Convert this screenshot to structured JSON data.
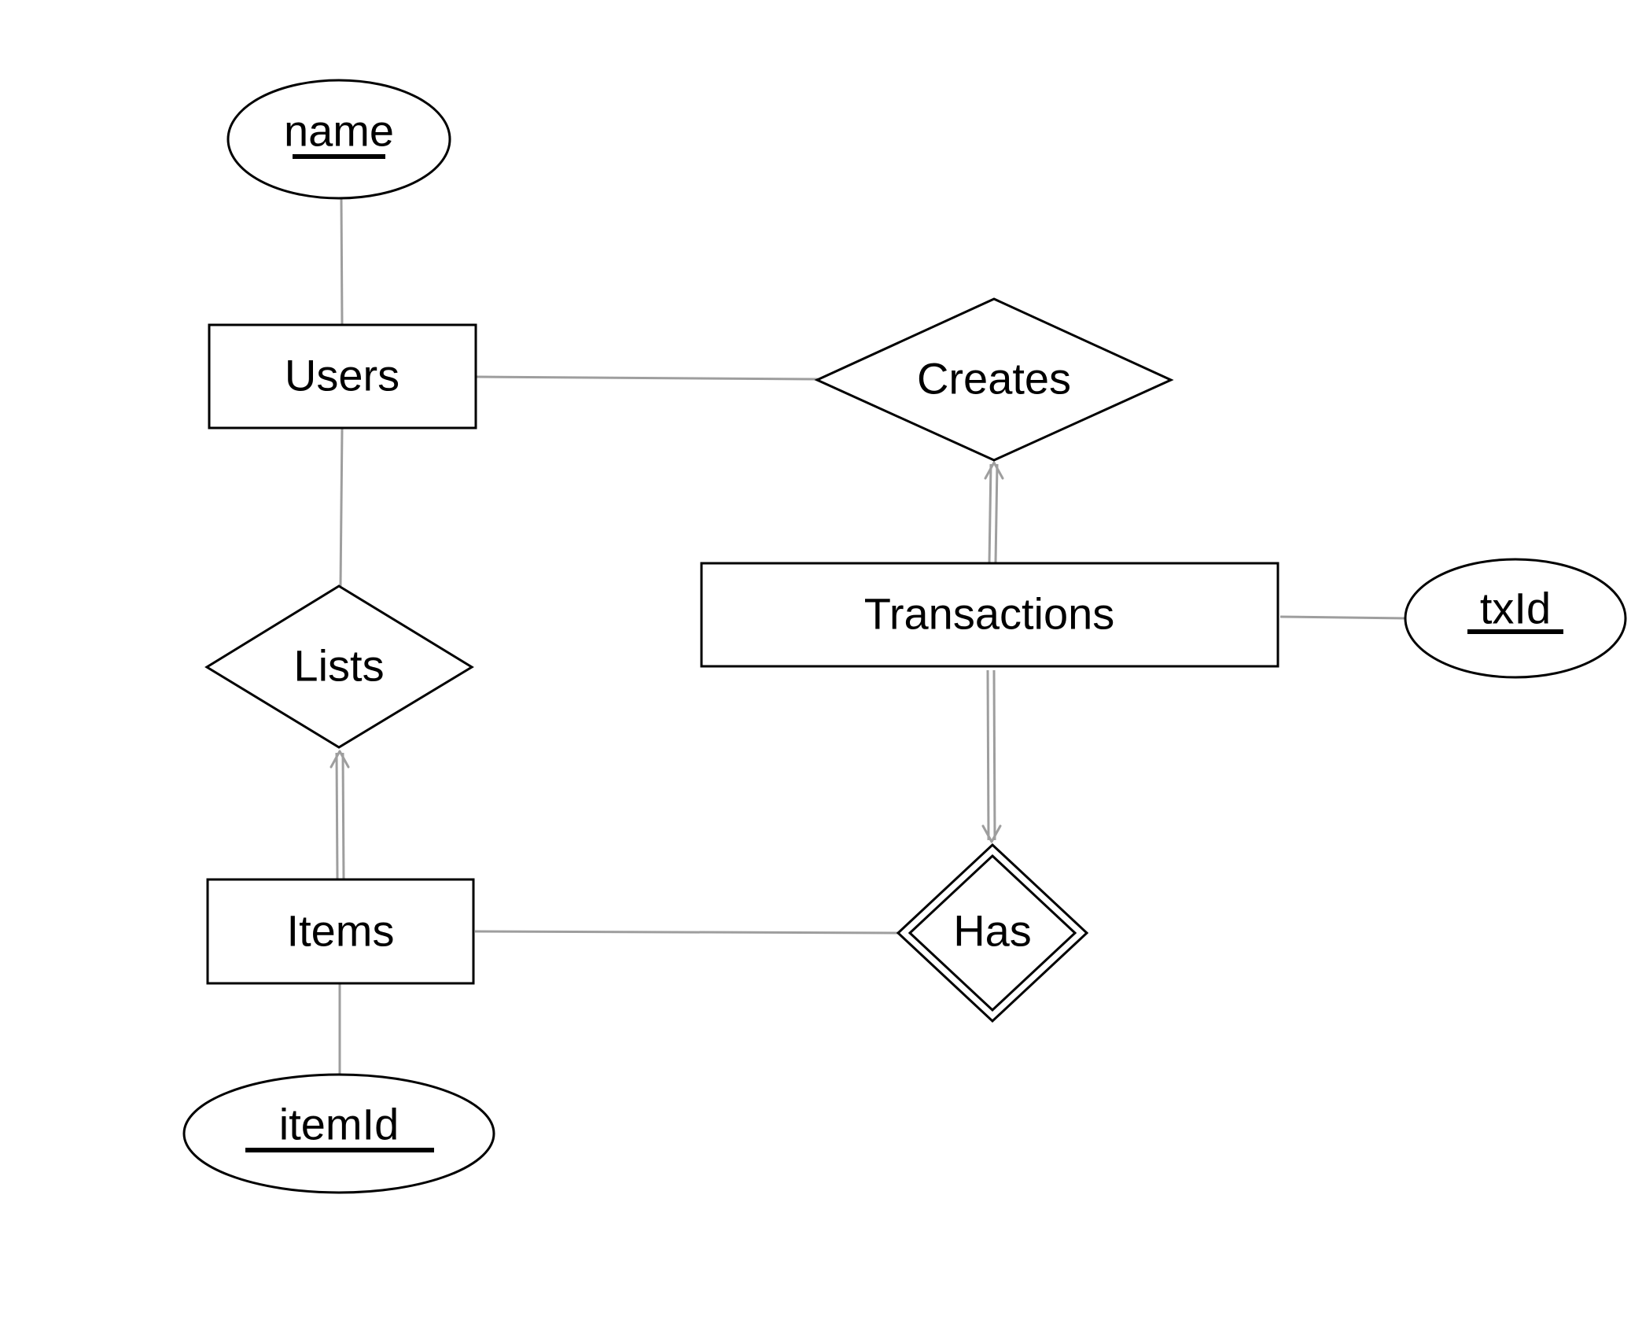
{
  "diagram": {
    "entities": {
      "users": "Users",
      "transactions": "Transactions",
      "items": "Items"
    },
    "relationships": {
      "creates": "Creates",
      "lists": "Lists",
      "has": "Has"
    },
    "attributes": {
      "name": "name",
      "txid": "txId",
      "itemid": "itemId"
    },
    "colors": {
      "connector": "#9e9e9e",
      "shape_stroke": "#000000",
      "background": "#ffffff"
    }
  }
}
